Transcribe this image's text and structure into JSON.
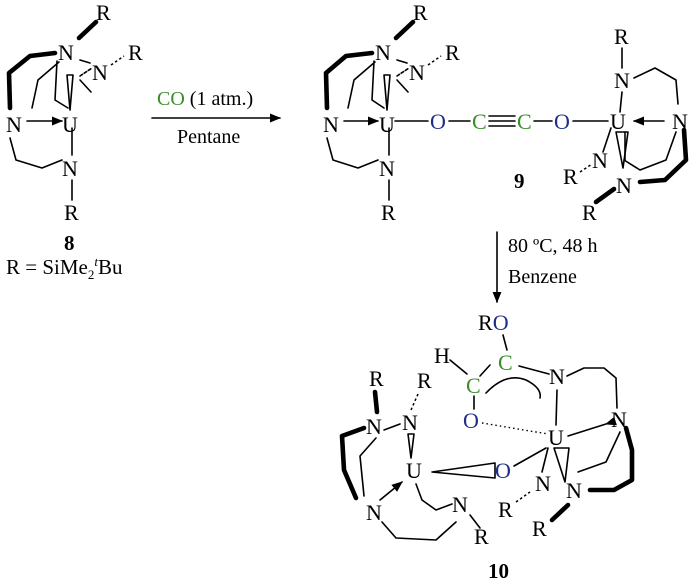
{
  "colors": {
    "black": "#000000",
    "oxygen_blue": "#1f2d86",
    "carbon_green": "#3c8c2c"
  },
  "atoms": {
    "N": "N",
    "U": "U",
    "R": "R",
    "O": "O",
    "C": "C",
    "H": "H"
  },
  "compound_8": {
    "number": "8",
    "r_definition": "R = SiMe",
    "r_sub": "2",
    "r_sup": "t",
    "r_tail": "Bu"
  },
  "step1": {
    "reagent": "CO",
    "reagent_detail": " (1 atm.)",
    "solvent": "Pentane"
  },
  "compound_9": {
    "number": "9"
  },
  "step2": {
    "conditions": "80 ºC, 48 h",
    "solvent": "Benzene"
  },
  "compound_10": {
    "number": "10",
    "ro_group": "RO"
  }
}
